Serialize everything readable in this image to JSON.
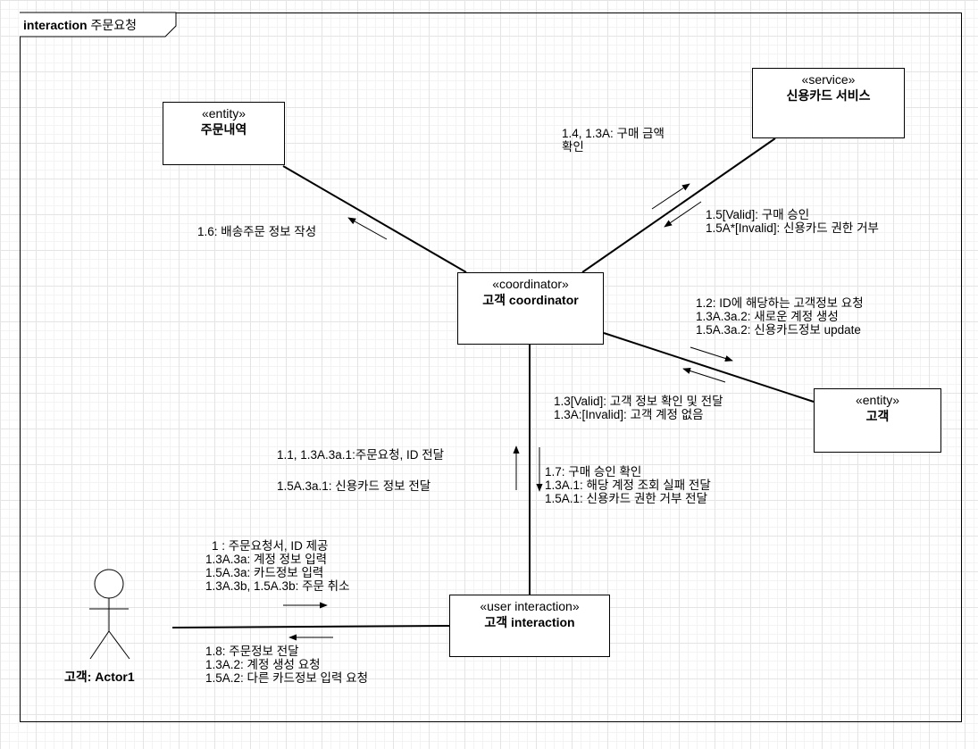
{
  "frame": {
    "keyword": "interaction",
    "title": "주문요청"
  },
  "actor": {
    "name": "고객: Actor1"
  },
  "objects": {
    "order_history": {
      "stereotype": "«entity»",
      "name": "주문내역"
    },
    "card_service": {
      "stereotype": "«service»",
      "name": "신용카드 서비스"
    },
    "coordinator": {
      "stereotype": "«coordinator»",
      "name": "고객 coordinator"
    },
    "customer_entity": {
      "stereotype": "«entity»",
      "name": "고객"
    },
    "user_interaction": {
      "stereotype": "«user interaction»",
      "name": "고객 interaction"
    }
  },
  "messages": {
    "m_1_6": [
      "1.6: 배송주문 정보 작성"
    ],
    "m_1_4": [
      "1.4, 1.3A: 구매 금액",
      "확인"
    ],
    "m_1_5": [
      "1.5[Valid]: 구매 승인",
      "1.5A*[Invalid]: 신용카드 권한 거부"
    ],
    "m_1_2": [
      "1.2: ID에 해당하는 고객정보 요청",
      "1.3A.3a.2: 새로운 계정 생성",
      "1.5A.3a.2: 신용카드정보 update"
    ],
    "m_1_3": [
      "1.3[Valid]: 고객 정보 확인 및 전달",
      "1.3A:[Invalid]: 고객 계정 없음"
    ],
    "m_1_1a": [
      "1.1, 1.3A.3a.1:주문요청, ID 전달"
    ],
    "m_1_1b": [
      "1.5A.3a.1: 신용카드 정보 전달"
    ],
    "m_1_7": [
      "1.7: 구매 승인 확인",
      "1.3A.1: 해당 계정 조회 실패 전달",
      "1.5A.1: 신용카드 권한 거부 전달"
    ],
    "m_1": [
      "1 : 주문요청서, ID 제공",
      "1.3A.3a: 계정 정보 입력",
      "1.5A.3a: 카드정보 입력",
      "1.3A.3b, 1.5A.3b: 주문 취소"
    ],
    "m_1_8": [
      "1.8: 주문정보 전달",
      "1.3A.2: 계정 생성 요청",
      "1.5A.2: 다른 카드정보 입력 요청"
    ]
  }
}
